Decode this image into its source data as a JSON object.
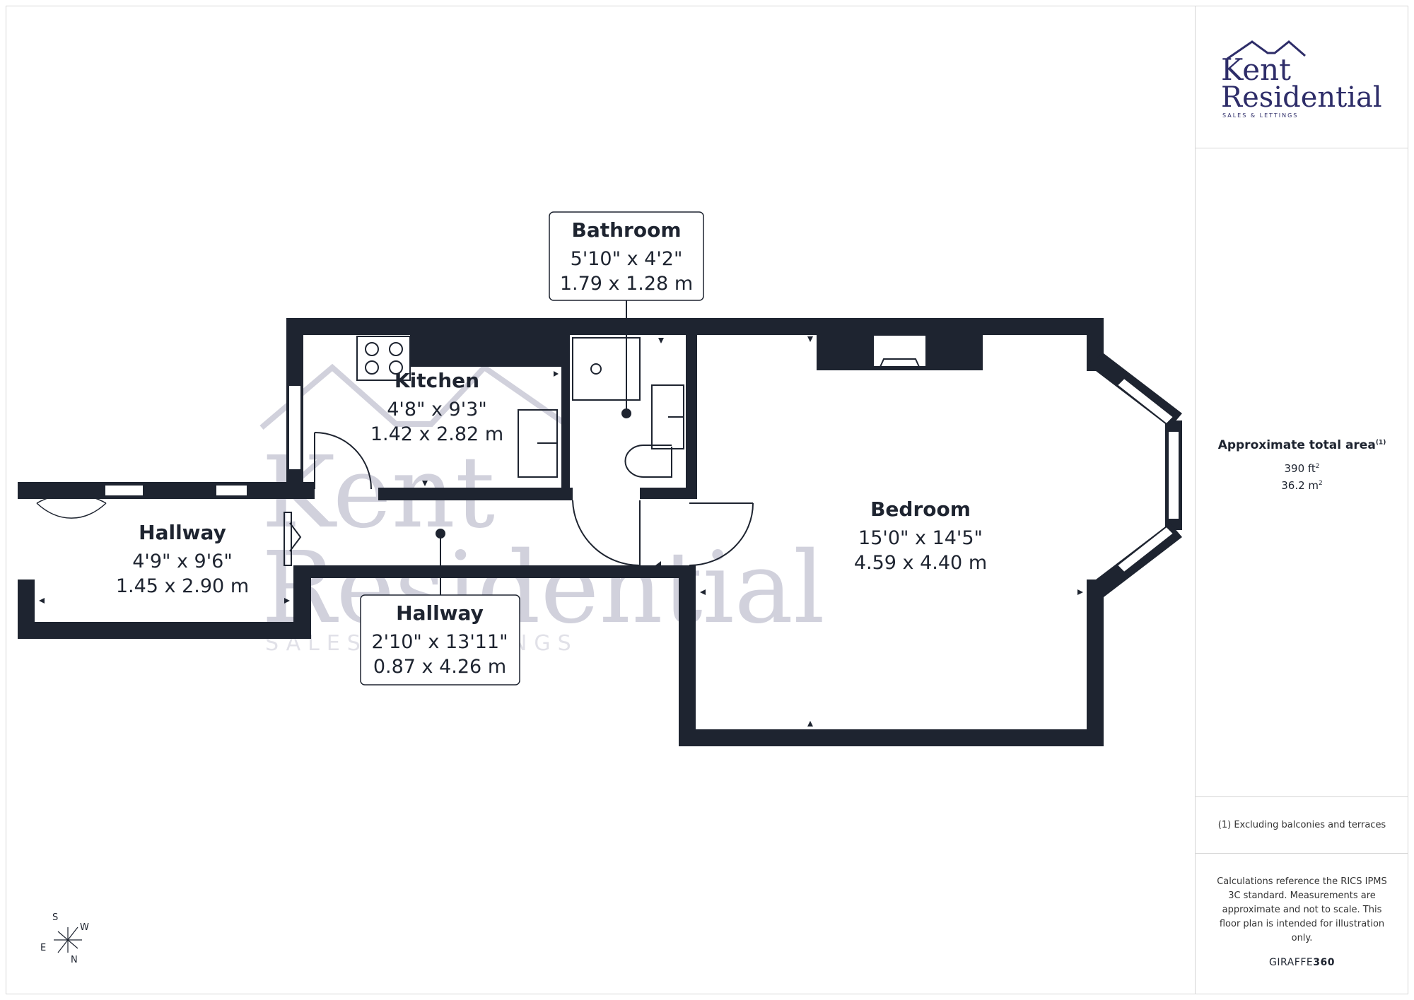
{
  "brand": {
    "logo_line1": "Kent",
    "logo_line2": "Residential",
    "logo_tagline": "SALES & LETTINGS"
  },
  "watermark": {
    "line1": "Kent",
    "line2": "Residential",
    "tagline": "SALES & LETTINGS"
  },
  "rooms": [
    {
      "id": "bathroom",
      "name": "Bathroom",
      "imperial": "5'10\" x 4'2\"",
      "metric": "1.79 x 1.28 m"
    },
    {
      "id": "kitchen",
      "name": "Kitchen",
      "imperial": "4'8\" x 9'3\"",
      "metric": "1.42 x 2.82 m"
    },
    {
      "id": "hallway1",
      "name": "Hallway",
      "imperial": "4'9\" x 9'6\"",
      "metric": "1.45 x 2.90 m"
    },
    {
      "id": "hallway2",
      "name": "Hallway",
      "imperial": "2'10\" x 13'11\"",
      "metric": "0.87 x 4.26 m"
    },
    {
      "id": "bedroom",
      "name": "Bedroom",
      "imperial": "15'0\" x 14'5\"",
      "metric": "4.59 x 4.40 m"
    }
  ],
  "compass": {
    "s": "S",
    "w": "W",
    "e": "E",
    "n": "N"
  },
  "sidebar": {
    "area_title": "Approximate total area",
    "area_sup": "(1)",
    "area_ft": "390 ft",
    "area_ft_sup": "2",
    "area_m": "36.2 m",
    "area_m_sup": "2",
    "footnote": "(1) Excluding balconies and terraces",
    "calc_note": "Calculations reference the RICS IPMS 3C standard. Measurements are approximate and not to scale. This floor plan is intended for illustration only.",
    "brand_a": "GIRAFFE",
    "brand_b": "360"
  },
  "colors": {
    "wall": "#1e2430",
    "accent": "#2e2d69",
    "watermark": "#c9c9d6"
  }
}
